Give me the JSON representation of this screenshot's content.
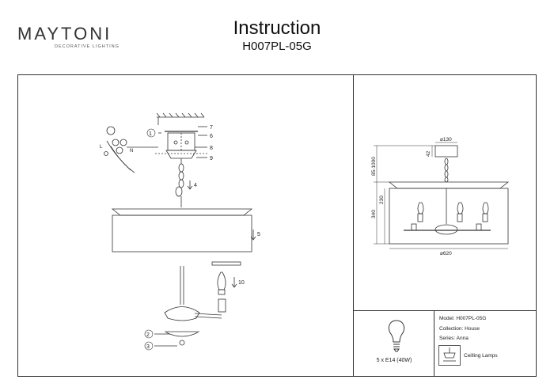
{
  "brand": {
    "name": "MAYTONI",
    "tagline": "DECORATIVE LIGHTING"
  },
  "header": {
    "title": "Instruction",
    "model_code": "H007PL-05G"
  },
  "assembly": {
    "labels": [
      "1",
      "2",
      "3",
      "4",
      "5",
      "6",
      "7",
      "8",
      "9",
      "10"
    ],
    "wiring": {
      "live": "L",
      "neutral": "N"
    }
  },
  "dimensions": {
    "canopy_diameter": "⌀130",
    "canopy_height": "42",
    "chain_range": "85-1000",
    "shade_height": "230",
    "body_height": "340",
    "shade_diameter": "⌀620"
  },
  "info": {
    "bulb_spec": "5 x E14 (40W)",
    "model": "Model: H007PL-05G",
    "collection": "Collection: House",
    "series": "Series: Anna",
    "type": "Ceilling Lamps"
  }
}
